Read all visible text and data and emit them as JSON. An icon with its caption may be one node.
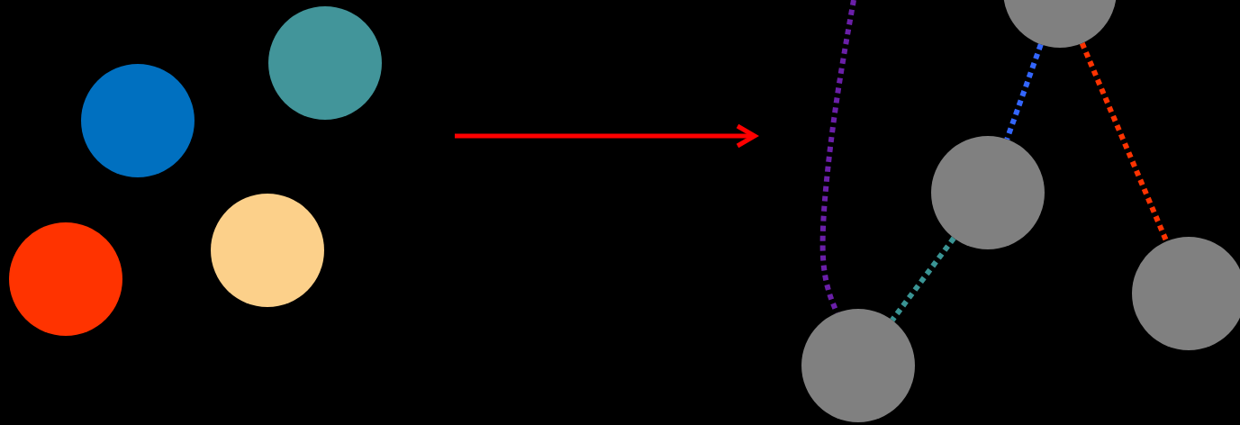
{
  "diagram": {
    "nodes": [
      {
        "text": [],
        "shape": "circle"
      },
      {
        "text": [],
        "shape": "circle"
      },
      {
        "text": [],
        "shape": "circle"
      },
      {
        "text": [],
        "shape": "circle"
      },
      {
        "text": [],
        "shape": "circle"
      },
      {
        "text": [],
        "shape": "circle"
      },
      {
        "text": [],
        "shape": "circle"
      },
      {
        "text": [],
        "shape": "circle"
      }
    ],
    "edges": [
      {
        "from": 6,
        "to": 5,
        "arrow": "none",
        "style": "dashed",
        "color": "#3366ff"
      },
      {
        "from": 6,
        "to": 7,
        "arrow": "none",
        "style": "dashed",
        "color": "#ff3300"
      },
      {
        "from": 5,
        "to": 4,
        "arrow": "none",
        "style": "dashed",
        "color": "#3a9494"
      },
      {
        "from": null,
        "to": 4,
        "arrow": "none",
        "style": "dashed",
        "color": "#6a1fa8"
      }
    ]
  }
}
